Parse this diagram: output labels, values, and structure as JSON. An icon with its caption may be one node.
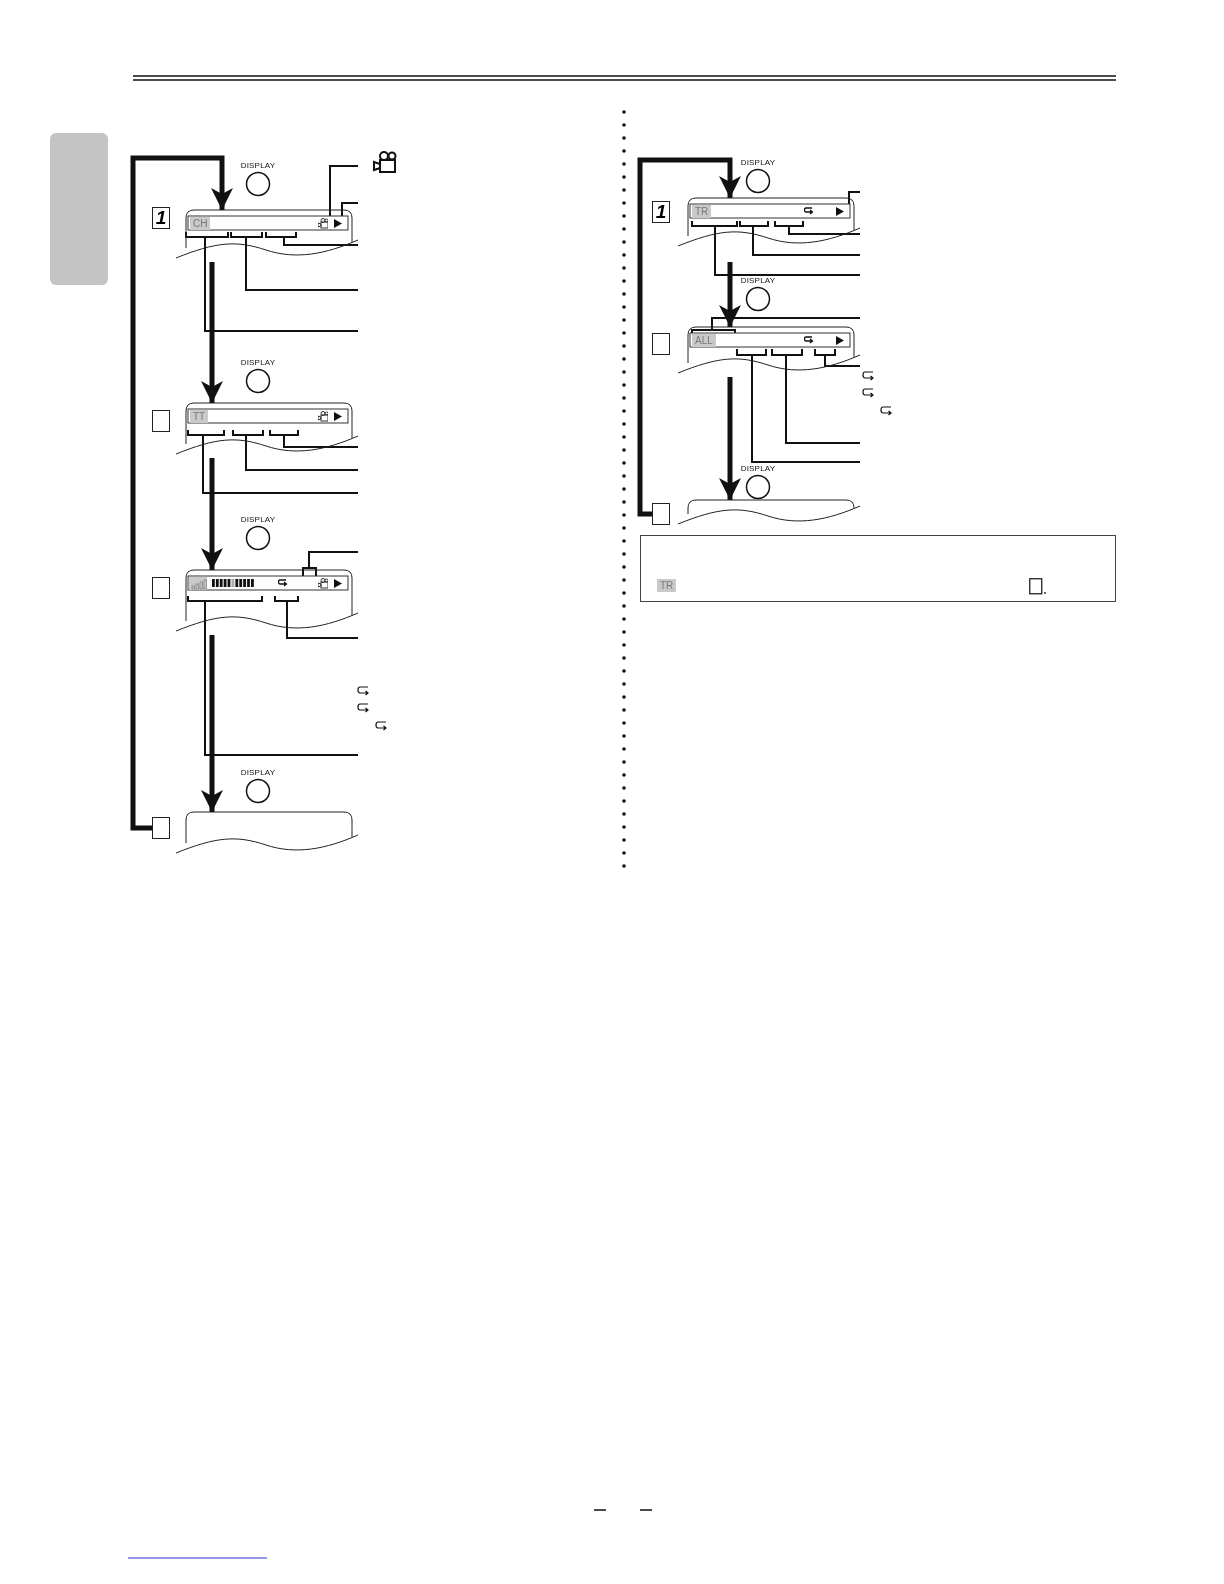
{
  "diagram": {
    "nodes": [
      {
        "text": [
          "1"
        ]
      },
      {
        "text": [
          "DISPLAY"
        ]
      },
      {
        "text": [
          "CH"
        ]
      },
      {
        "text": [],
        "shape": "box"
      },
      {
        "text": [
          "DISPLAY"
        ]
      },
      {
        "text": [
          "TT"
        ]
      },
      {
        "text": [],
        "shape": "box"
      },
      {
        "text": [
          "DISPLAY"
        ]
      },
      {
        "text": [],
        "shape": "box"
      },
      {
        "text": [],
        "shape": "box"
      },
      {
        "text": [
          "DISPLAY"
        ]
      },
      {
        "text": [],
        "shape": "box"
      },
      {
        "text": [
          "1"
        ]
      },
      {
        "text": [
          "DISPLAY"
        ]
      },
      {
        "text": [
          "TR"
        ]
      },
      {
        "text": [],
        "shape": "box"
      },
      {
        "text": [
          "DISPLAY"
        ]
      },
      {
        "text": [
          "ALL"
        ]
      },
      {
        "text": [],
        "shape": "box"
      },
      {
        "text": [
          "DISPLAY"
        ]
      },
      {
        "text": [],
        "shape": "box"
      },
      {
        "text": [
          "TR"
        ]
      },
      {
        "text": [],
        "shape": "box"
      }
    ],
    "edges": [
      {
        "from": 9,
        "to": 2,
        "arrow": "to",
        "style": "thick"
      },
      {
        "from": 2,
        "to": 5,
        "arrow": "to",
        "style": "thick"
      },
      {
        "from": 5,
        "to": 8,
        "arrow": "to",
        "style": "thick"
      },
      {
        "from": 8,
        "to": 11,
        "arrow": "to",
        "style": "thick"
      },
      {
        "from": 18,
        "to": 14,
        "arrow": "to",
        "style": "thick"
      },
      {
        "from": 14,
        "to": 17,
        "arrow": "to",
        "style": "thick"
      },
      {
        "from": 17,
        "to": 20,
        "arrow": "to",
        "style": "thick"
      },
      {
        "from": 2,
        "to": null,
        "arrow": "none"
      },
      {
        "from": 2,
        "to": null,
        "arrow": "none"
      },
      {
        "from": 2,
        "to": null,
        "arrow": "none"
      },
      {
        "from": 2,
        "to": null,
        "arrow": "none"
      },
      {
        "from": 2,
        "to": null,
        "arrow": "none"
      },
      {
        "from": 5,
        "to": null,
        "arrow": "none"
      },
      {
        "from": 5,
        "to": null,
        "arrow": "none"
      },
      {
        "from": 5,
        "to": null,
        "arrow": "none"
      },
      {
        "from": 8,
        "to": null,
        "arrow": "none"
      },
      {
        "from": 8,
        "to": null,
        "arrow": "none"
      },
      {
        "from": 8,
        "to": null,
        "arrow": "none"
      },
      {
        "from": 14,
        "to": null,
        "arrow": "none"
      },
      {
        "from": 14,
        "to": null,
        "arrow": "none"
      },
      {
        "from": 14,
        "to": null,
        "arrow": "none"
      },
      {
        "from": 14,
        "to": null,
        "arrow": "none"
      },
      {
        "from": 17,
        "to": null,
        "arrow": "none"
      },
      {
        "from": 17,
        "to": null,
        "arrow": "none"
      },
      {
        "from": 17,
        "to": null,
        "arrow": "none"
      },
      {
        "from": 17,
        "to": null,
        "arrow": "none"
      }
    ]
  }
}
